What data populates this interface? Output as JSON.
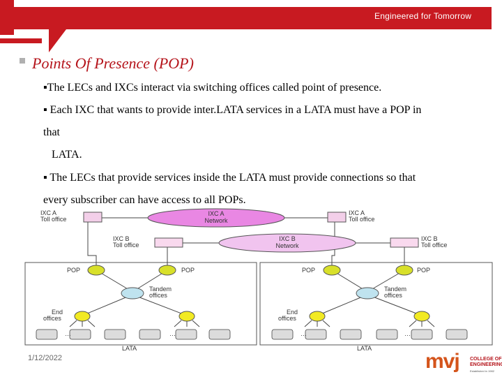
{
  "header": {
    "tagline": "Engineered for Tomorrow"
  },
  "slide": {
    "title": "Points Of Presence (POP)",
    "bullets": [
      "▪The LECs and IXCs interact via switching offices called point of presence.",
      "▪  Each IXC that wants to provide inter.LATA services in a LATA must have a POP in",
      "that",
      "   LATA.",
      "▪ The LECs that provide services inside the LATA must provide connections so that",
      "every subscriber can have access to all POPs."
    ]
  },
  "diagram": {
    "ixc_a_network": [
      "IXC A",
      "Network"
    ],
    "ixc_b_network": [
      "IXC B",
      "Network"
    ],
    "ixc_a_toll": [
      "IXC A",
      "Toll office"
    ],
    "ixc_b_toll": [
      "IXC B",
      "Toll office"
    ],
    "pop_label": "POP",
    "tandem_label": [
      "Tandem",
      "offices"
    ],
    "end_label": [
      "End",
      "offices"
    ],
    "lata_label": "LATA"
  },
  "footer": {
    "date": "1/12/2022",
    "logo_mark": "mvj",
    "logo_lines": [
      "COLLEGE OF",
      "ENGINEERING"
    ],
    "logo_sub": "Established in 1982"
  },
  "colors": {
    "brand_red": "#b5141b",
    "ixc_network": "#e987e3",
    "ixc_b_network": "#f1c4ef",
    "pop_node": "#d8e02a",
    "tandem_node": "#bfe3ef",
    "end_node": "#f2ea23"
  }
}
